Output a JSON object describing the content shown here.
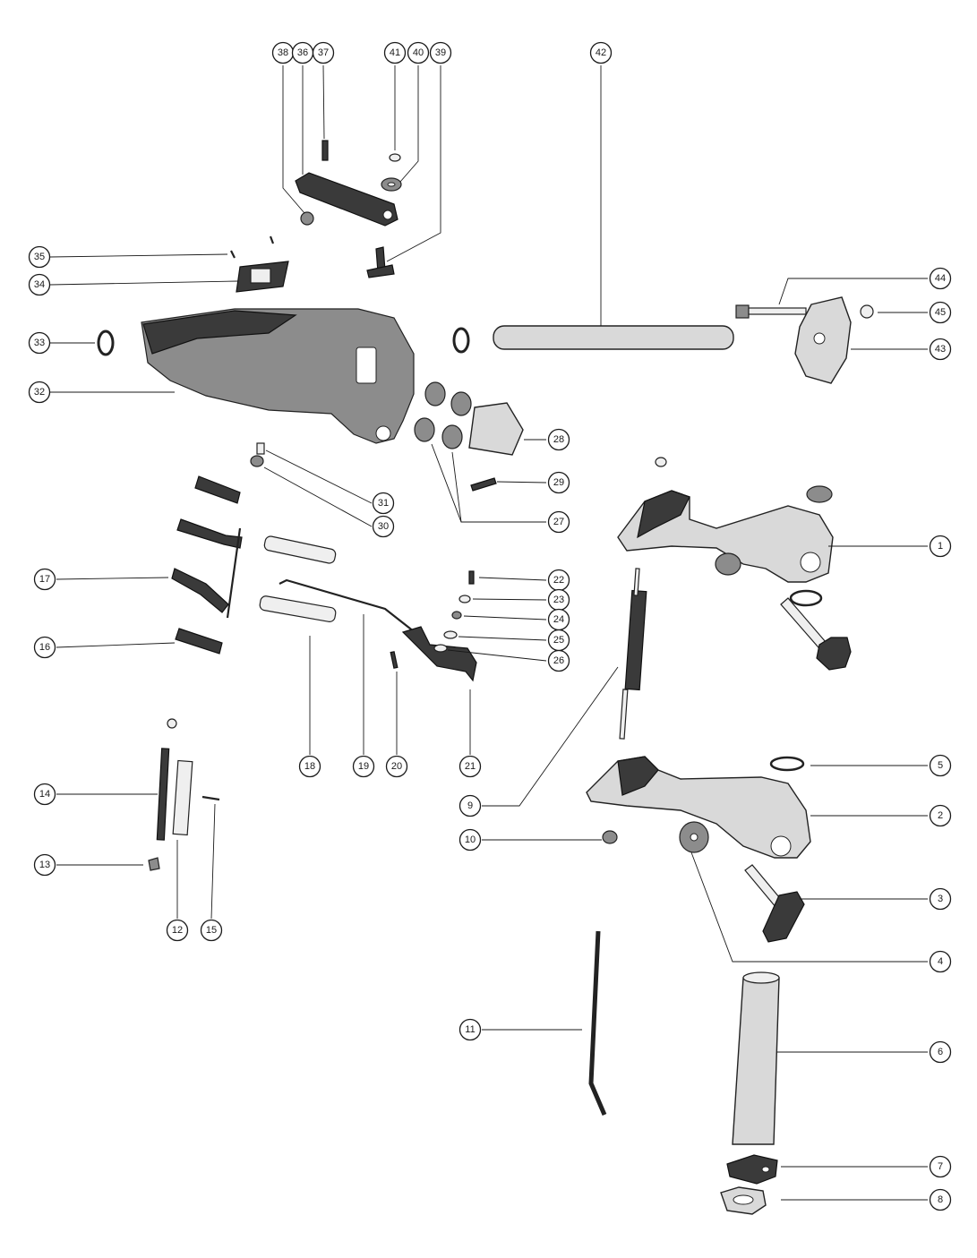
{
  "callouts": [
    {
      "n": "1",
      "label": "1"
    },
    {
      "n": "2",
      "label": "2"
    },
    {
      "n": "3",
      "label": "3"
    },
    {
      "n": "4",
      "label": "4"
    },
    {
      "n": "5",
      "label": "5"
    },
    {
      "n": "6",
      "label": "6"
    },
    {
      "n": "7",
      "label": "7"
    },
    {
      "n": "8",
      "label": "8"
    },
    {
      "n": "9",
      "label": "9"
    },
    {
      "n": "10",
      "label": "10"
    },
    {
      "n": "11",
      "label": "11"
    },
    {
      "n": "12",
      "label": "12"
    },
    {
      "n": "13",
      "label": "13"
    },
    {
      "n": "14",
      "label": "14"
    },
    {
      "n": "15",
      "label": "15"
    },
    {
      "n": "16",
      "label": "16"
    },
    {
      "n": "17",
      "label": "17"
    },
    {
      "n": "18",
      "label": "18"
    },
    {
      "n": "19",
      "label": "19"
    },
    {
      "n": "20",
      "label": "20"
    },
    {
      "n": "21",
      "label": "21"
    },
    {
      "n": "22",
      "label": "22"
    },
    {
      "n": "23",
      "label": "23"
    },
    {
      "n": "24",
      "label": "24"
    },
    {
      "n": "25",
      "label": "25"
    },
    {
      "n": "26",
      "label": "26"
    },
    {
      "n": "27",
      "label": "27"
    },
    {
      "n": "28",
      "label": "28"
    },
    {
      "n": "29",
      "label": "29"
    },
    {
      "n": "30",
      "label": "30"
    },
    {
      "n": "31",
      "label": "31"
    },
    {
      "n": "32",
      "label": "32"
    },
    {
      "n": "33",
      "label": "33"
    },
    {
      "n": "34",
      "label": "34"
    },
    {
      "n": "35",
      "label": "35"
    },
    {
      "n": "36",
      "label": "36"
    },
    {
      "n": "37",
      "label": "37"
    },
    {
      "n": "38",
      "label": "38"
    },
    {
      "n": "39",
      "label": "39"
    },
    {
      "n": "40",
      "label": "40"
    },
    {
      "n": "41",
      "label": "41"
    },
    {
      "n": "42",
      "label": "42"
    },
    {
      "n": "43",
      "label": "43"
    },
    {
      "n": "44",
      "label": "44"
    },
    {
      "n": "45",
      "label": "45"
    }
  ]
}
